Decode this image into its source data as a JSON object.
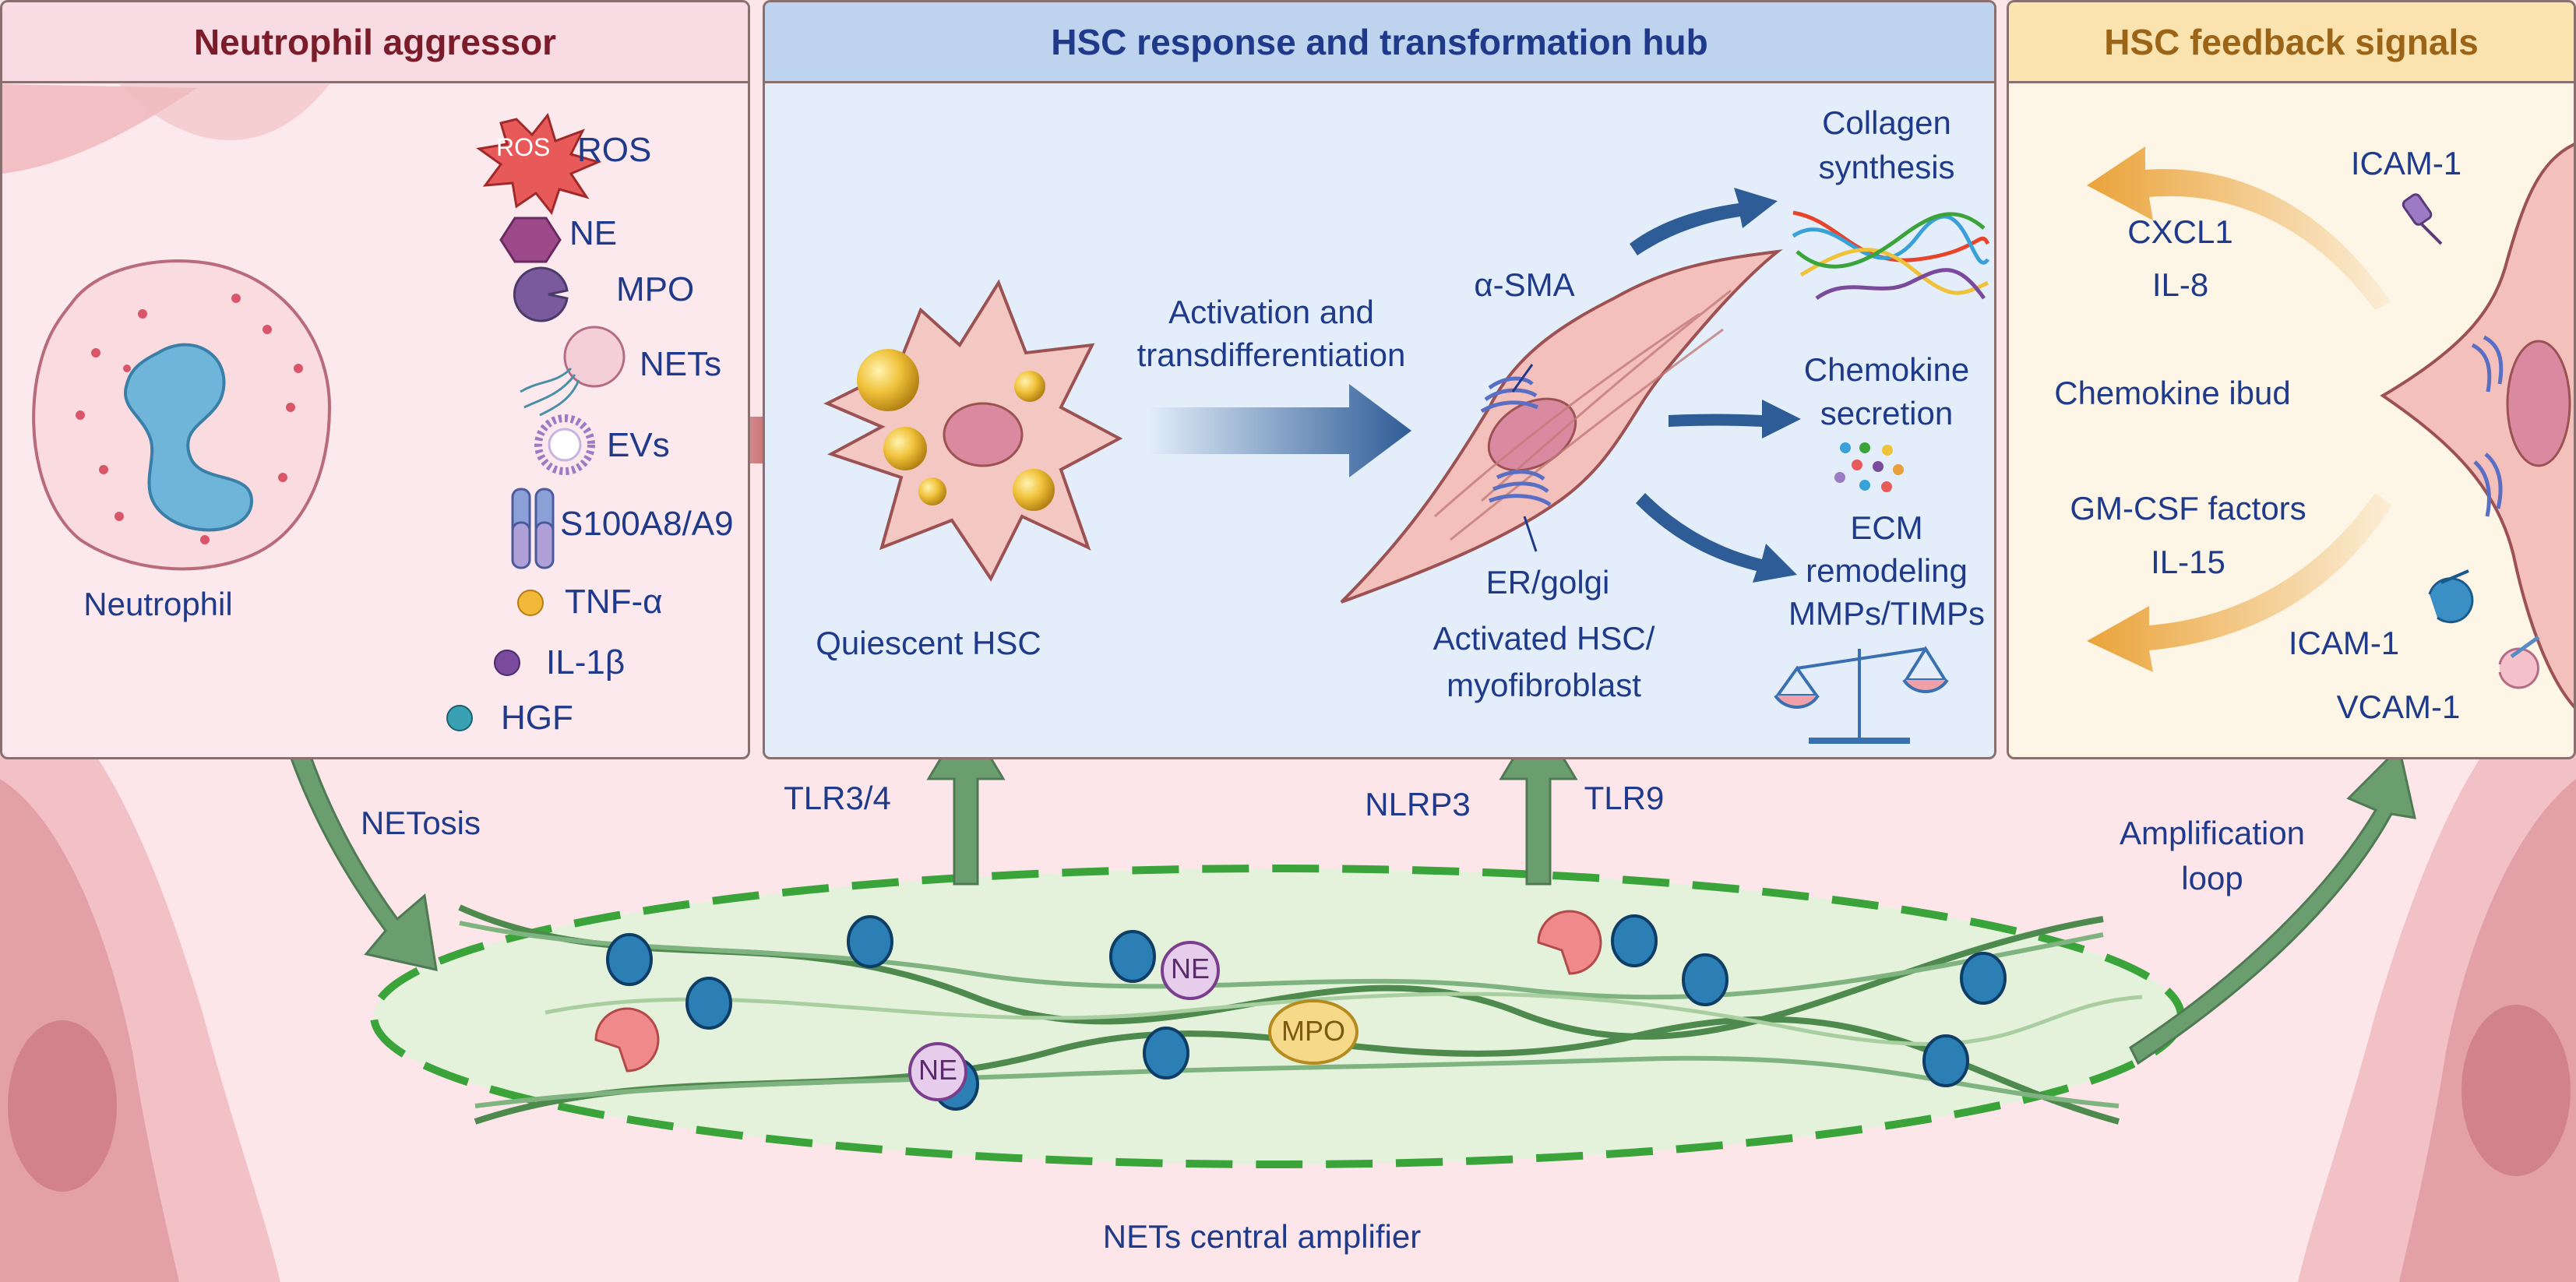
{
  "panels": {
    "neutrophil_aggressor": "Neutrophil aggressor",
    "hsc_hub": "HSC response and transformation hub",
    "hsc_feedback": "HSC feedback signals"
  },
  "neutrophil": {
    "cell_label": "Neutrophil",
    "netosis_label": "NETosis",
    "mediators": [
      "ROS",
      "NE",
      "MPO",
      "NETs",
      "EVs",
      "S100A8/A9",
      "TNF-α",
      "IL-1β",
      "HGF"
    ],
    "ros_badge": "ROS"
  },
  "hub": {
    "quiescent_label": "Quiescent HSC",
    "activation_label_line1": "Activation and",
    "activation_label_line2": "transdifferentiation",
    "alpha_sma": "α-SMA",
    "er_golgi": "ER/golgi",
    "activated_line1": "Activated HSC/",
    "activated_line2": "myofibroblast",
    "collagen_line1": "Collagen",
    "collagen_line2": "synthesis",
    "chemokine_line1": "Chemokine",
    "chemokine_line2": "secretion",
    "ecm_line1": "ECM",
    "ecm_line2": "remodeling",
    "ecm_line3": "MMPs/TIMPs"
  },
  "feedback": {
    "cxcl1": "CXCL1",
    "il8": "IL-8",
    "icam_top": "ICAM-1",
    "chemokine_ibud": "Chemokine ibud",
    "gmcsf": "GM-CSF factors",
    "il15": "IL-15",
    "icam_bottom": "ICAM-1",
    "vcam": "VCAM-1"
  },
  "receptors": {
    "tlr34": "TLR3/4",
    "nlrp3": "NLRP3",
    "tlr9": "TLR9",
    "amplification_line1": "Amplification",
    "amplification_line2": "loop"
  },
  "nets": {
    "central_label": "NETs central amplifier",
    "ne_badge": "NE",
    "mpo_badge": "MPO"
  },
  "colors": {
    "navy_text": "#1f3a8a",
    "neutrophil_header_bg": "#f9dbe3",
    "neutrophil_header_text": "#7a1c2a",
    "hub_header_bg": "#bdd3ee",
    "hub_body_bg": "#e3eefa",
    "hub_header_text": "#1f3a8a",
    "feedback_header_bg": "#fbe3b0",
    "feedback_header_text": "#9b6416",
    "feedback_body_bg": "#fdf6e7",
    "nets_fill": "#e4f2dc",
    "nets_border": "#3aa33a",
    "arrow_green": "#6a9e6e",
    "arrow_red": "#c7695f",
    "arrow_blue": "#2e5c96",
    "arrow_orange": "#eaa33a"
  },
  "icons": [
    "neutrophil-cell-icon",
    "ros-burst-icon",
    "hexagon-ne-icon",
    "pacman-mpo-icon",
    "net-cell-icon",
    "vesicle-ev-icon",
    "s100-dimer-icon",
    "quiescent-hsc-icon",
    "myofibroblast-icon",
    "collagen-fibers-icon",
    "chemokine-dots-icon",
    "balance-scale-icon",
    "icam-receptor-icon",
    "vcam-receptor-icon",
    "nucleosome-icon",
    "dna-strand-icon"
  ]
}
